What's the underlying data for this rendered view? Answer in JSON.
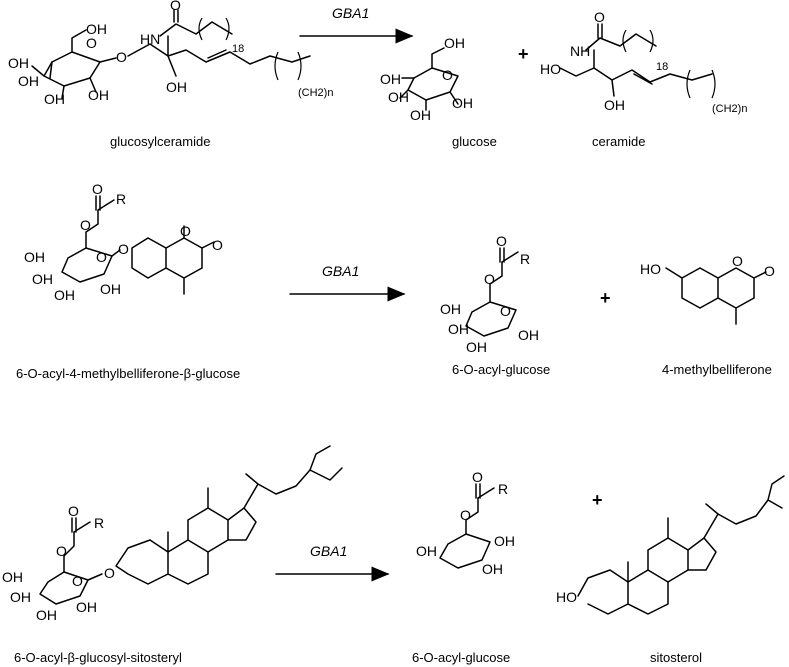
{
  "reactions": [
    {
      "enzyme": "GBA1",
      "substrate_name": "glucosylceramide",
      "product1_name": "glucose",
      "product2_name": "ceramide",
      "plus": "+",
      "chain_subscript": "18",
      "chain_group": "(CH2)n",
      "atoms": {
        "OH": "OH",
        "O": "O",
        "NH": "HN",
        "HN": "NH"
      }
    },
    {
      "enzyme": "GBA1",
      "substrate_name": "6-O-acyl-4-methylbelliferone-β-glucose",
      "product1_name": "6-O-acyl-glucose",
      "product2_name": "4-methylbelliferone",
      "plus": "+",
      "atoms": {
        "OH": "OH",
        "O": "O",
        "HO": "HO",
        "R": "R"
      }
    },
    {
      "enzyme": "GBA1",
      "substrate_name": "6-O-acyl-β-glucosyl-sitosteryl",
      "product1_name": "6-O-acyl-glucose",
      "product2_name": "sitosterol",
      "plus": "+",
      "atoms": {
        "OH": "OH",
        "O": "O",
        "HO": "HO",
        "R": "R"
      }
    }
  ]
}
